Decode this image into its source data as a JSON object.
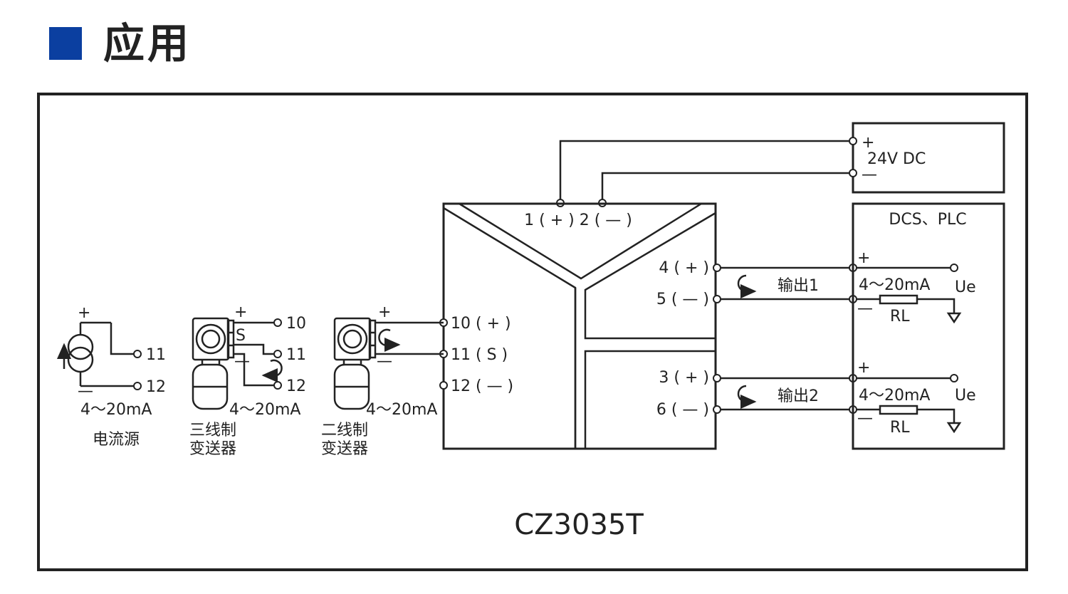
{
  "header": {
    "title": "应用",
    "accent_color": "#0b3fa0"
  },
  "colors": {
    "stroke": "#222222",
    "background": "#ffffff"
  },
  "power": {
    "label": "24V  DC",
    "plus": "+",
    "minus": "—"
  },
  "dcs": {
    "label": "DCS、PLC",
    "plus1": "+",
    "minus1": "—",
    "plus2": "+",
    "minus2": "—",
    "range1": "4～20mA",
    "range2": "4～20mA",
    "ue1": "Ue",
    "ue2": "Ue",
    "rl1": "RL",
    "rl2": "RL"
  },
  "module": {
    "name": "CZ3035T",
    "supply_terminals": "1 ( + )  2 ( — )",
    "outputs": [
      {
        "plus_terminal": "4 ( + )",
        "minus_terminal": "5 ( — )",
        "label": "输出1"
      },
      {
        "plus_terminal": "3 ( + )",
        "minus_terminal": "6 ( — )",
        "label": "输出2"
      }
    ],
    "input_terminals": [
      "10 ( + )",
      "11 ( S )",
      "12 ( — )"
    ]
  },
  "sources": {
    "current_source": {
      "plus": "+",
      "minus": "—",
      "t1": "11",
      "t2": "12",
      "range": "4～20mA",
      "name": "电流源"
    },
    "three_wire": {
      "plus": "+",
      "s": "S",
      "minus": "—",
      "t1": "10",
      "t2": "11",
      "t3": "12",
      "range": "4～20mA",
      "name_line1": "三线制",
      "name_line2": "变送器"
    },
    "two_wire": {
      "plus": "+",
      "minus": "—",
      "range": "4～20mA",
      "name_line1": "二线制",
      "name_line2": "变送器"
    }
  }
}
